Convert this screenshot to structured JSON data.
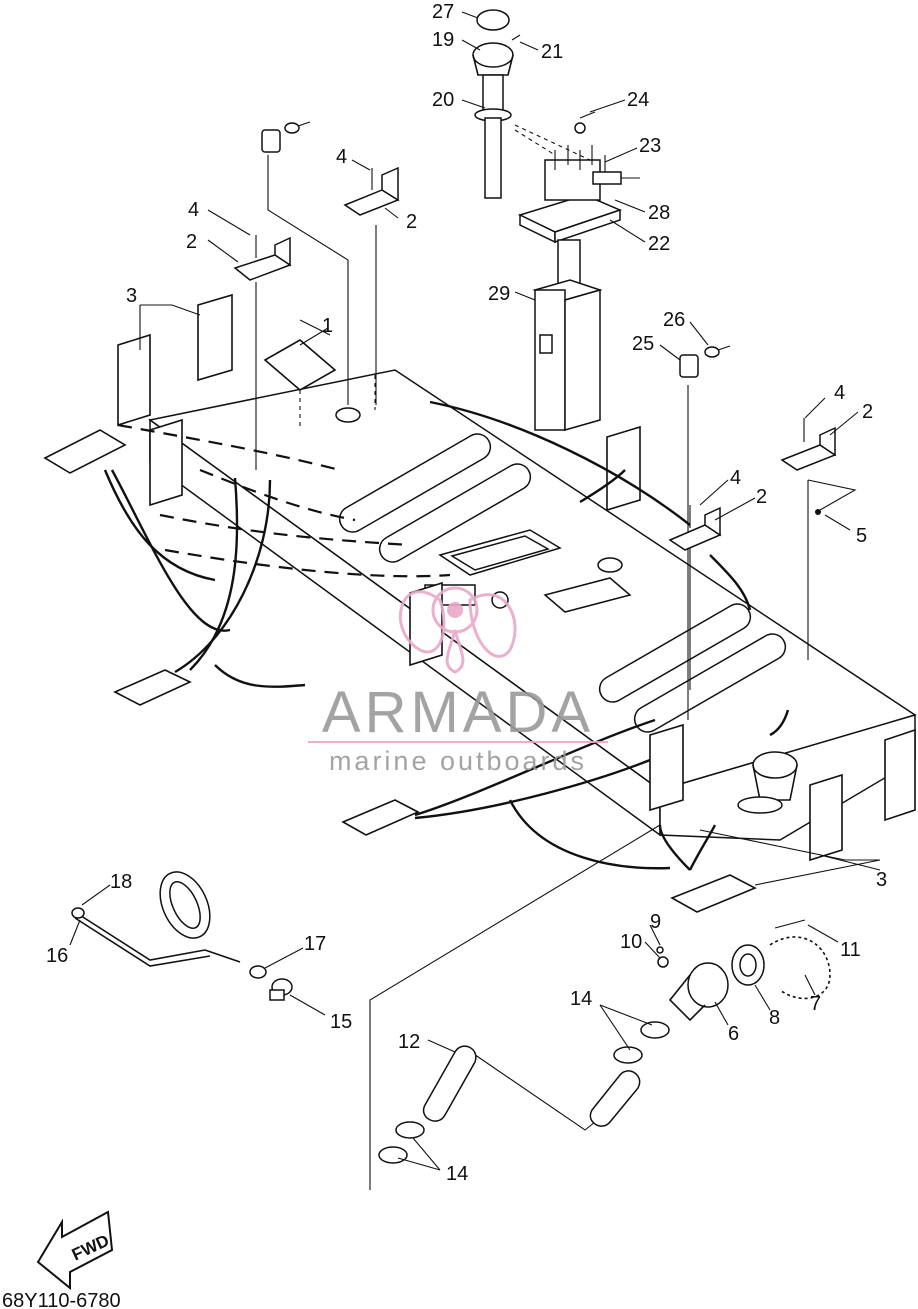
{
  "diagram_code": "68Y110-6780",
  "fwd_label": "FWD",
  "watermark": {
    "title": "ARMADA",
    "subtitle": "marine outboards",
    "logo_color": "#e8a8c8",
    "text_color": "#9a9a9a"
  },
  "callouts": {
    "c1": "1",
    "c2a": "2",
    "c2b": "2",
    "c2c": "2",
    "c2d": "2",
    "c3a": "3",
    "c3b": "3",
    "c4a": "4",
    "c4b": "4",
    "c4c": "4",
    "c4d": "4",
    "c5": "5",
    "c6": "6",
    "c7": "7",
    "c8": "8",
    "c9": "9",
    "c10": "10",
    "c11": "11",
    "c12": "12",
    "c14a": "14",
    "c14b": "14",
    "c15": "15",
    "c16": "16",
    "c17": "17",
    "c18": "18",
    "c19": "19",
    "c20": "20",
    "c21": "21",
    "c22": "22",
    "c23": "23",
    "c24": "24",
    "c25": "25",
    "c26": "26",
    "c27": "27",
    "c28": "28",
    "c29": "29"
  }
}
